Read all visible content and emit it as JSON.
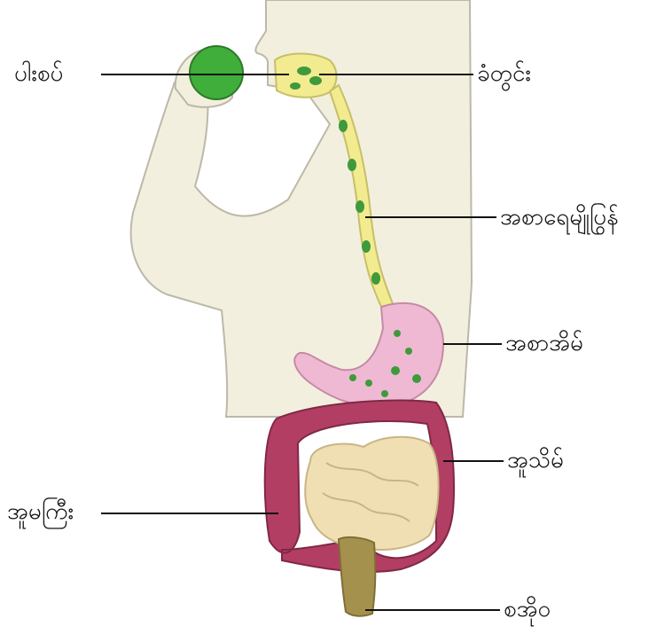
{
  "labels": {
    "cheek": "ပါးစပ်",
    "mouth_cavity": "ခံတွင်း",
    "esophagus": "အစာရေမျိုပြွန်",
    "stomach": "အစာအိမ်",
    "small_intestine": "အူသိမ်",
    "large_intestine": "အူမကြီး",
    "rectum": "စအိုဝ"
  },
  "colors": {
    "skin": "#f3efdf",
    "skin_outline": "#bdb8a8",
    "apple": "#3fae3a",
    "esophagus": "#f3eb8f",
    "food_bolus": "#3f9a3c",
    "stomach": "#efb9d3",
    "large_intestine": "#b23e63",
    "small_intestine": "#f1dfb4",
    "rectum": "#a4914d",
    "leader_line": "#111111"
  }
}
